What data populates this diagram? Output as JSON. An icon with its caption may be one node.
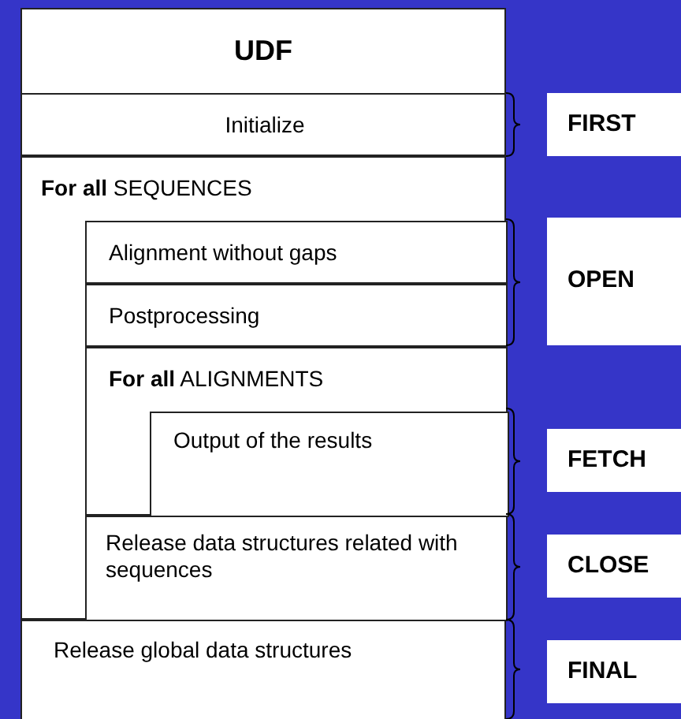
{
  "diagram": {
    "title": "UDF",
    "nodes": [
      {
        "text": [
          "Initialize"
        ]
      },
      {
        "text": [
          "**For all** SEQUENCES"
        ]
      },
      {
        "text": [
          "Alignment without gaps"
        ],
        "in": 1
      },
      {
        "text": [
          "Postprocessing"
        ],
        "in": 1
      },
      {
        "text": [
          "**For all** ALIGNMENTS"
        ],
        "in": 1
      },
      {
        "text": [
          "Output of the results"
        ],
        "in": 4
      },
      {
        "text": [
          "Release data structures related with sequences"
        ],
        "in": 1
      },
      {
        "text": [
          "Release global data structures"
        ]
      },
      {
        "text": [
          "FIRST"
        ]
      },
      {
        "text": [
          "OPEN"
        ]
      },
      {
        "text": [
          "FETCH"
        ]
      },
      {
        "text": [
          "CLOSE"
        ]
      },
      {
        "text": [
          "FINAL"
        ]
      }
    ]
  }
}
